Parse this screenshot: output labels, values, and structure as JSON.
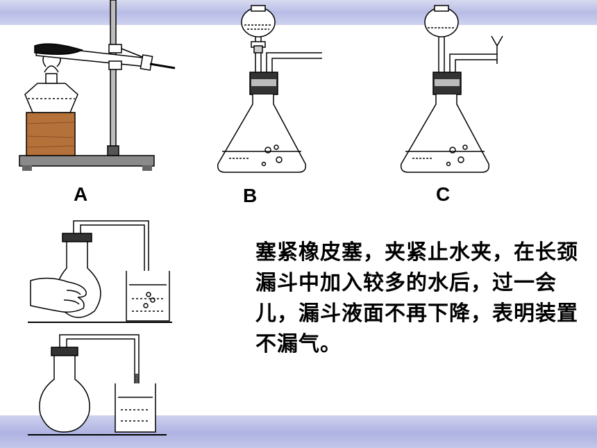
{
  "labels": {
    "a": "A",
    "b": "B",
    "c": "C"
  },
  "caption": "塞紧橡皮塞，夹紧止水夹，在长颈漏斗中加入较多的水后，过一会儿，漏斗液面不再下降，表明装置不漏气。",
  "colors": {
    "band": "#b8bce6",
    "wood": "#b5713a",
    "stand": "#808080"
  }
}
